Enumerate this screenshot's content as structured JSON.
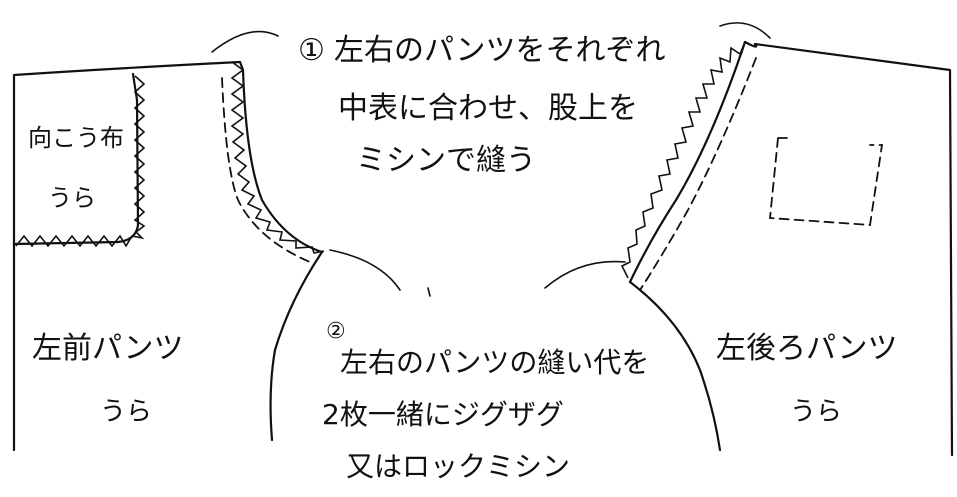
{
  "step1": {
    "marker": "①",
    "lines": [
      "左右のパンツをそれぞれ",
      "中表に合わせ、股上を",
      "ミシンで縫う"
    ]
  },
  "step2": {
    "marker": "②",
    "lines": [
      "左右のパンツの縫い代を",
      "2枚一緒にジグザグ",
      "又はロックミシン"
    ]
  },
  "labels": {
    "facing_line1": "向こう布",
    "facing_line2": "うら",
    "left_front_line1": "左前パンツ",
    "left_front_line2": "うら",
    "left_back_line1": "左後ろパンツ",
    "left_back_line2": "うら"
  }
}
